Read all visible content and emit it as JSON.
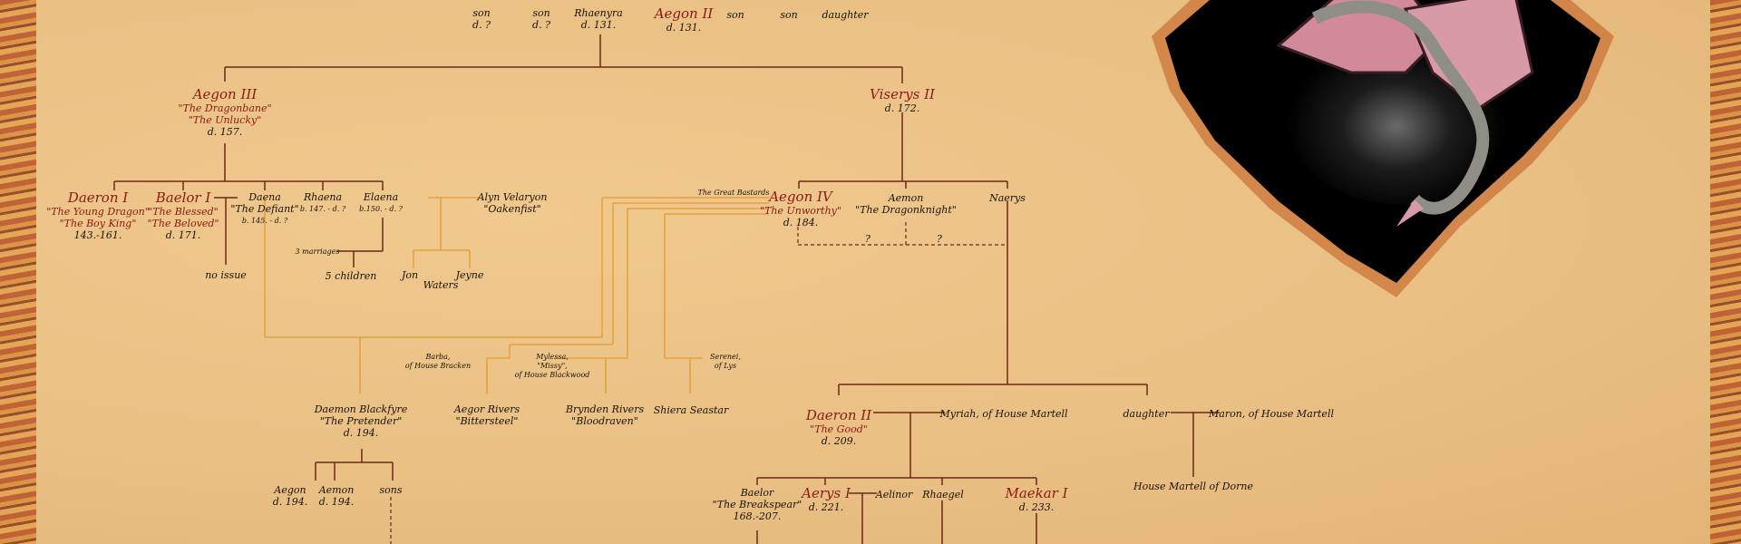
{
  "row0": {
    "son1_name": "son",
    "son1_d": "d. ?",
    "son2_name": "son",
    "son2_d": "d. ?",
    "rhaenyra_name": "Rhaenyra",
    "rhaenyra_d": "d. 131.",
    "aegon2_name": "Aegon II",
    "aegon2_d": "d. 131.",
    "son3": "son",
    "son4": "son",
    "daughter": "daughter"
  },
  "aegon3": {
    "name": "Aegon III",
    "ep1": "\"The Dragonbane\"",
    "ep2": "\"The Unlucky\"",
    "d": "d. 157."
  },
  "viserys2": {
    "name": "Viserys II",
    "d": "d. 172."
  },
  "daeron1": {
    "name": "Daeron I",
    "ep1": "\"The Young Dragon\"",
    "ep2": "\"The Boy King\"",
    "d": "143.-161."
  },
  "baelor1": {
    "name": "Baelor I",
    "ep1": "\"The Blessed\"",
    "ep2": "\"The Beloved\"",
    "d": "d. 171."
  },
  "daena": {
    "name": "Daena",
    "ep": "\"The Defiant\"",
    "d": "b. 145. - d. ?"
  },
  "rhaena": {
    "name": "Rhaena",
    "d": "b. 147. - d. ?"
  },
  "elaena": {
    "name": "Elaena",
    "d": "b.150. - d. ?"
  },
  "alyn": {
    "name": "Alyn Velaryon",
    "ep": "\"Oakenfist\""
  },
  "aegon4": {
    "name": "Aegon IV",
    "ep": "\"The Unworthy\"",
    "d": "d. 184."
  },
  "aemon": {
    "name": "Aemon",
    "ep": "\"The Dragonknight\""
  },
  "naerys": {
    "name": "Naerys"
  },
  "great_bastards": "The Great Bastards",
  "no_issue": "no issue",
  "three_marriages": "3 marriages",
  "five_children": "5 children",
  "jon": "Jon",
  "jeyne": "Jeyne",
  "waters": "Waters",
  "q1": "?",
  "q2": "?",
  "barba": {
    "l1": "Barba,",
    "l2": "of House Bracken"
  },
  "mylessa": {
    "l1": "Mylessa,",
    "l2": "\"Missy\",",
    "l3": "of House Blackwood"
  },
  "serenei": {
    "l1": "Serenei,",
    "l2": "of Lys"
  },
  "daemon": {
    "name": "Daemon Blackfyre",
    "ep": "\"The Pretender\"",
    "d": "d. 194."
  },
  "aegor": {
    "name": "Aegor Rivers",
    "ep": "\"Bittersteel\""
  },
  "brynden": {
    "name": "Brynden Rivers",
    "ep": "\"Bloodraven\""
  },
  "shiera": {
    "name": "Shiera Seastar"
  },
  "aegon_b": {
    "name": "Aegon",
    "d": "d. 194."
  },
  "aemon_b": {
    "name": "Aemon",
    "d": "d. 194."
  },
  "sons": "sons",
  "daeron2": {
    "name": "Daeron II",
    "ep": "\"The Good\"",
    "d": "d. 209."
  },
  "myriah": "Myriah, of House Martell",
  "daughter2": "daughter",
  "maron": "Maron, of House Martell",
  "house_martell": "House Martell  of Dorne",
  "baelor_b": {
    "name": "Baelor",
    "ep": "\"The Breakspear\"",
    "d": "168.-207."
  },
  "aerys1": {
    "name": "Aerys I",
    "d": "d. 221."
  },
  "aelinor": "Aelinor",
  "rhaegel": "Rhaegel",
  "maekar1": {
    "name": "Maekar I",
    "d": "d. 233."
  },
  "colors": {
    "main_line": "#6b2a14",
    "bastard_line": "#e8a040",
    "name_red": "#8a1a12"
  }
}
